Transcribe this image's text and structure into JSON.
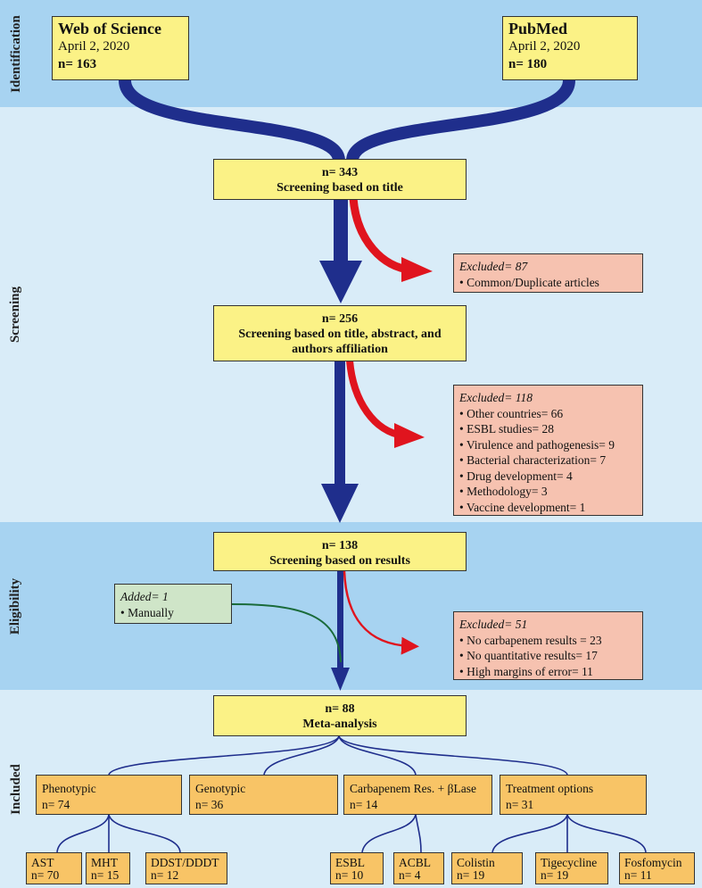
{
  "bands": {
    "identification": "Identification",
    "screening": "Screening",
    "eligibility": "Eligibility",
    "included": "Included"
  },
  "sources": [
    {
      "name": "Web of Science",
      "date": "April 2, 2020",
      "count": "n= 163"
    },
    {
      "name": "PubMed",
      "date": "April 2, 2020",
      "count": "n= 180"
    }
  ],
  "steps": [
    {
      "count": "n= 343",
      "label": "Screening based on title"
    },
    {
      "count": "n= 256",
      "label": "Screening based on title, abstract, and authors affiliation"
    },
    {
      "count": "n= 138",
      "label": "Screening based on results"
    },
    {
      "count": "n= 88",
      "label": "Meta-analysis"
    }
  ],
  "exclusions": [
    {
      "head": "Excluded= 87",
      "items": [
        "• Common/Duplicate articles"
      ]
    },
    {
      "head": "Excluded= 118",
      "items": [
        "• Other countries= 66",
        "• ESBL studies= 28",
        "• Virulence and pathogenesis= 9",
        "• Bacterial characterization= 7",
        "• Drug development= 4",
        "• Methodology= 3",
        "• Vaccine development= 1"
      ]
    },
    {
      "head": "Excluded= 51",
      "items": [
        "• No carbapenem results = 23",
        "• No quantitative results= 17",
        "• High margins of error= 11"
      ]
    }
  ],
  "added": {
    "head": "Added= 1",
    "item": "• Manually"
  },
  "categories": [
    {
      "name": "Phenotypic",
      "count": "n= 74"
    },
    {
      "name": "Genotypic",
      "count": "n= 36"
    },
    {
      "name": "Carbapenem Res. + βLase",
      "count": "n= 14"
    },
    {
      "name": "Treatment options",
      "count": "n= 31"
    }
  ],
  "leaves": [
    {
      "name": "AST",
      "count": "n=  70"
    },
    {
      "name": "MHT",
      "count": "n=  15"
    },
    {
      "name": "DDST/DDDT",
      "count": "n=  12"
    },
    {
      "name": "ESBL",
      "count": "n=  10"
    },
    {
      "name": "ACBL",
      "count": "n=  4"
    },
    {
      "name": "Colistin",
      "count": "n=  19"
    },
    {
      "name": "Tigecycline",
      "count": "n=  19"
    },
    {
      "name": "Fosfomycin",
      "count": "n=  11"
    }
  ],
  "colors": {
    "band_dark": "#a7d3f1",
    "band_light": "#d9ecf8",
    "arrow_blue": "#1f2e8c",
    "arrow_red": "#e0141e",
    "arrow_green": "#1a6b3a"
  }
}
